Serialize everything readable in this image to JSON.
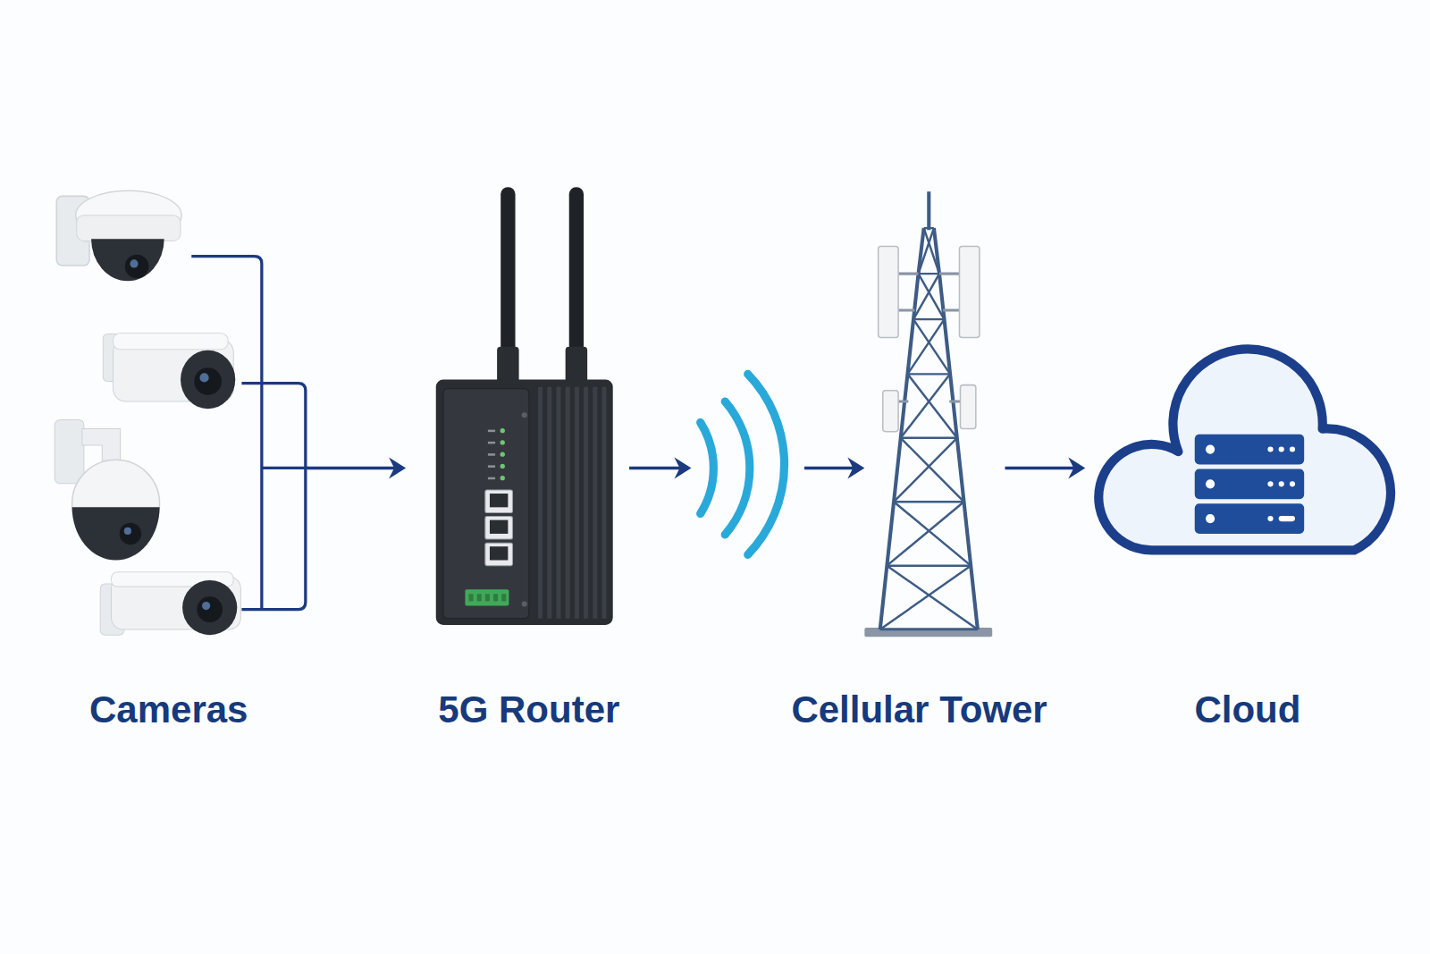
{
  "diagram": {
    "nodes": [
      {
        "text": [
          "Cameras"
        ]
      },
      {
        "text": [
          "5G Router"
        ]
      },
      {
        "text": [
          "Cellular Tower"
        ]
      },
      {
        "text": [
          "Cloud"
        ]
      }
    ],
    "edges": [
      {
        "from": 0,
        "to": 1,
        "arrow": "to"
      },
      {
        "from": 1,
        "to": 2,
        "arrow": "to"
      },
      {
        "from": 2,
        "to": 3,
        "arrow": "to"
      }
    ]
  }
}
